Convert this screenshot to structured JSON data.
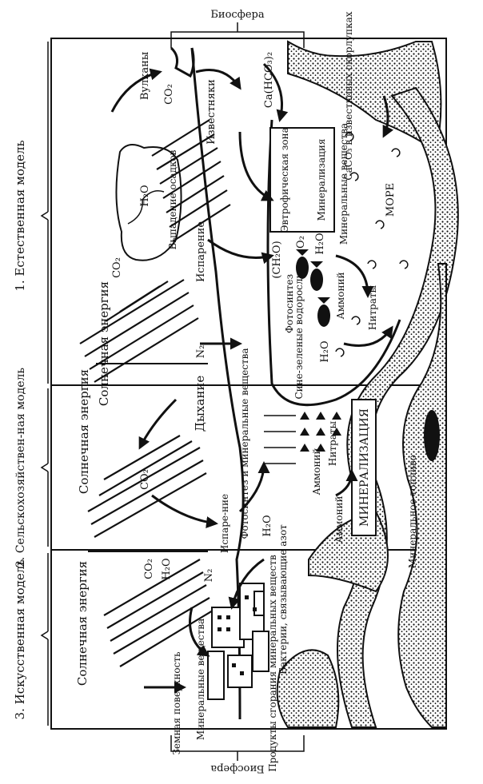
{
  "top_label": "Биосфера",
  "bottom_label": "Биосфера",
  "models": [
    {
      "number": "1.",
      "title": "Естественная модель"
    },
    {
      "number": "2.",
      "title": "Сельскохозяйствен-ная модель"
    },
    {
      "number": "3.",
      "title": "Искусственная модель"
    }
  ],
  "labels": {
    "volcanoes": "Вулканы",
    "co2": "CO₂",
    "limestones": "Известняки",
    "caco3_formula": "Ca(HCO₃)₂",
    "caco3_shells": "CaCO₃ в известковых скорлупках",
    "precipitation": "Выпадение осадков",
    "h2o": "H₂O",
    "euphotic_zone": "Эвтрофическая зона",
    "mineralization_small": "Минерализация",
    "mineral_substances": "Минеральные вещества",
    "sea": "МОРЕ",
    "evaporation": "Испарение",
    "ch2o": "(CH₂O)",
    "o2": "O₂",
    "photosynthesis": "Фотосинтез",
    "blue_green_algae": "Сине-зеленые водоросли",
    "ammonium": "Аммоний",
    "nitrates": "Нитраты",
    "solar_energy": "Солнечная энергия",
    "n2": "N₂",
    "respiration": "Дыхание",
    "photosynthesis_minerals": "Фотосинтез и минеральные вещества",
    "nitrogen_bacteria": "Бактерии, связывающие азот",
    "mineralization_big": "МИНЕРАЛИЗАЦИЯ",
    "fossil_fuel": "Минеральное топливо",
    "combustion_products": "Продукты сгорания минеральных веществ",
    "earth_surface": "Земная поверхность",
    "evaporation_split": "Испаре-ние"
  }
}
